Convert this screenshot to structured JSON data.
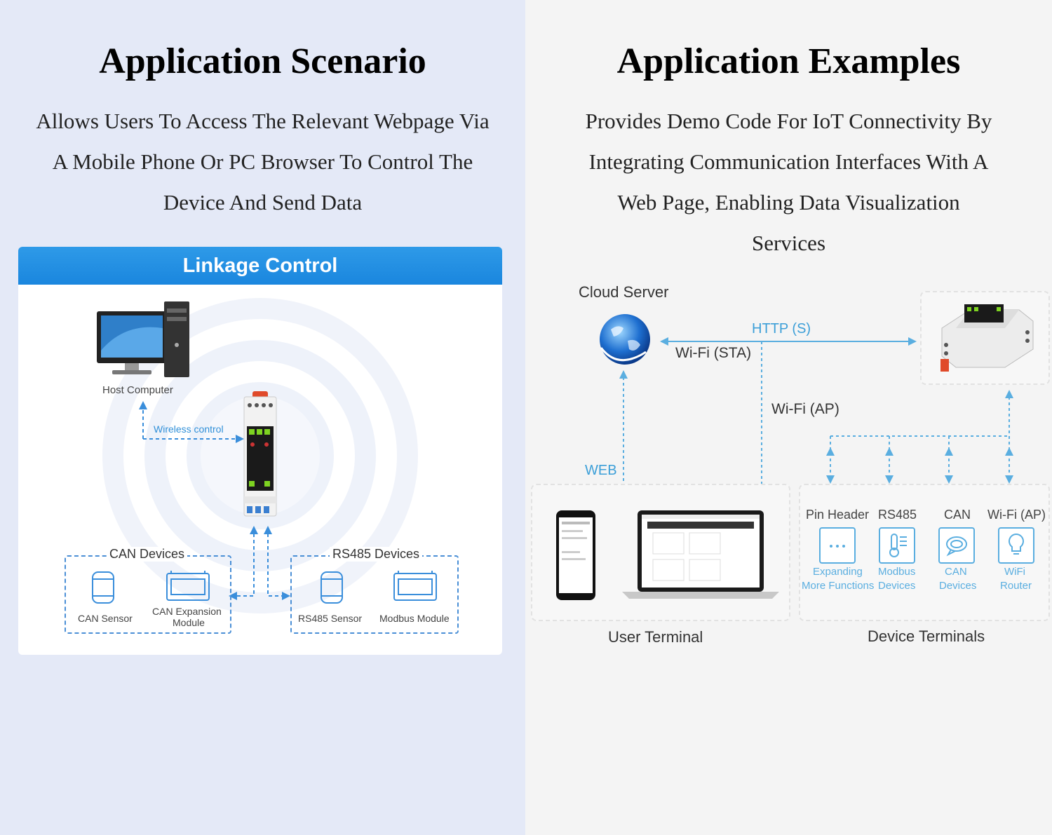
{
  "left": {
    "title": "Application Scenario",
    "description": [
      "Allows Users To Access The Relevant Webpage Via",
      "A Mobile Phone Or PC Browser To Control The",
      "Device And Send Data"
    ],
    "card": {
      "header": "Linkage Control",
      "host_computer": "Host Computer",
      "wireless_control": "Wireless control",
      "can_group": {
        "title": "CAN Devices",
        "items": [
          "CAN Sensor",
          "CAN Expansion",
          "Module"
        ]
      },
      "rs485_group": {
        "title": "RS485 Devices",
        "items": [
          "RS485 Sensor",
          "Modbus Module"
        ]
      }
    }
  },
  "right": {
    "title": "Application Examples",
    "description": [
      "Provides Demo Code For IoT Connectivity By",
      "Integrating Communication Interfaces With A",
      "Web Page, Enabling Data Visualization",
      "Services"
    ],
    "cloud_server": "Cloud Server",
    "http": "HTTP (S)",
    "wifi_sta": "Wi-Fi (STA)",
    "wifi_ap": "Wi-Fi (AP)",
    "web": "WEB",
    "user_terminal": "User Terminal",
    "device_terminals": "Device Terminals",
    "devices": [
      {
        "label": "Pin Header",
        "sub1": "Expanding",
        "sub2": "More Functions"
      },
      {
        "label": "RS485",
        "sub1": "Modbus",
        "sub2": "Devices"
      },
      {
        "label": "CAN",
        "sub1": "CAN",
        "sub2": "Devices"
      },
      {
        "label": "Wi-Fi (AP)",
        "sub1": "WiFi",
        "sub2": "Router"
      }
    ]
  },
  "colors": {
    "left_bg": "#e4e9f7",
    "right_bg": "#f4f4f4",
    "header_blue": "#1a86de",
    "accent_blue": "#3c9fd8"
  }
}
